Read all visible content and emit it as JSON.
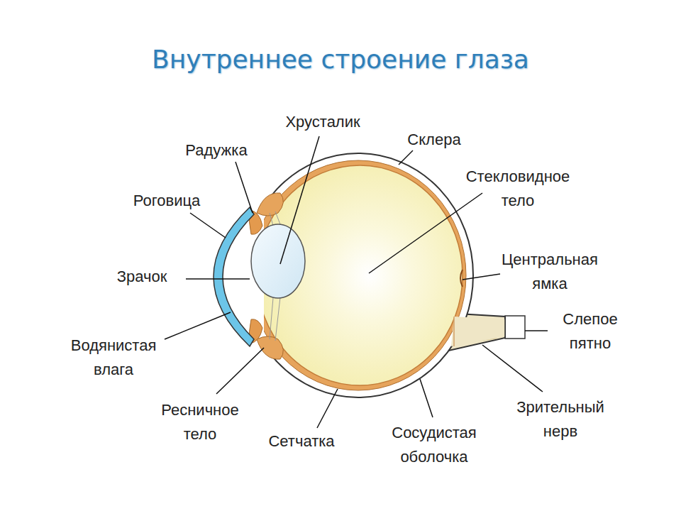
{
  "diagram": {
    "title": "Внутреннее строение глаза",
    "labels": [
      "Хрусталик",
      "Склера",
      "Радужка",
      "Стекловидное тело",
      "Роговица",
      "Центральная ямка",
      "Зрачок",
      "Слепое пятно",
      "Водянистая влага",
      "Ресничное тело",
      "Зрительный нерв",
      "Сетчатка",
      "Сосудистая оболочка"
    ]
  }
}
